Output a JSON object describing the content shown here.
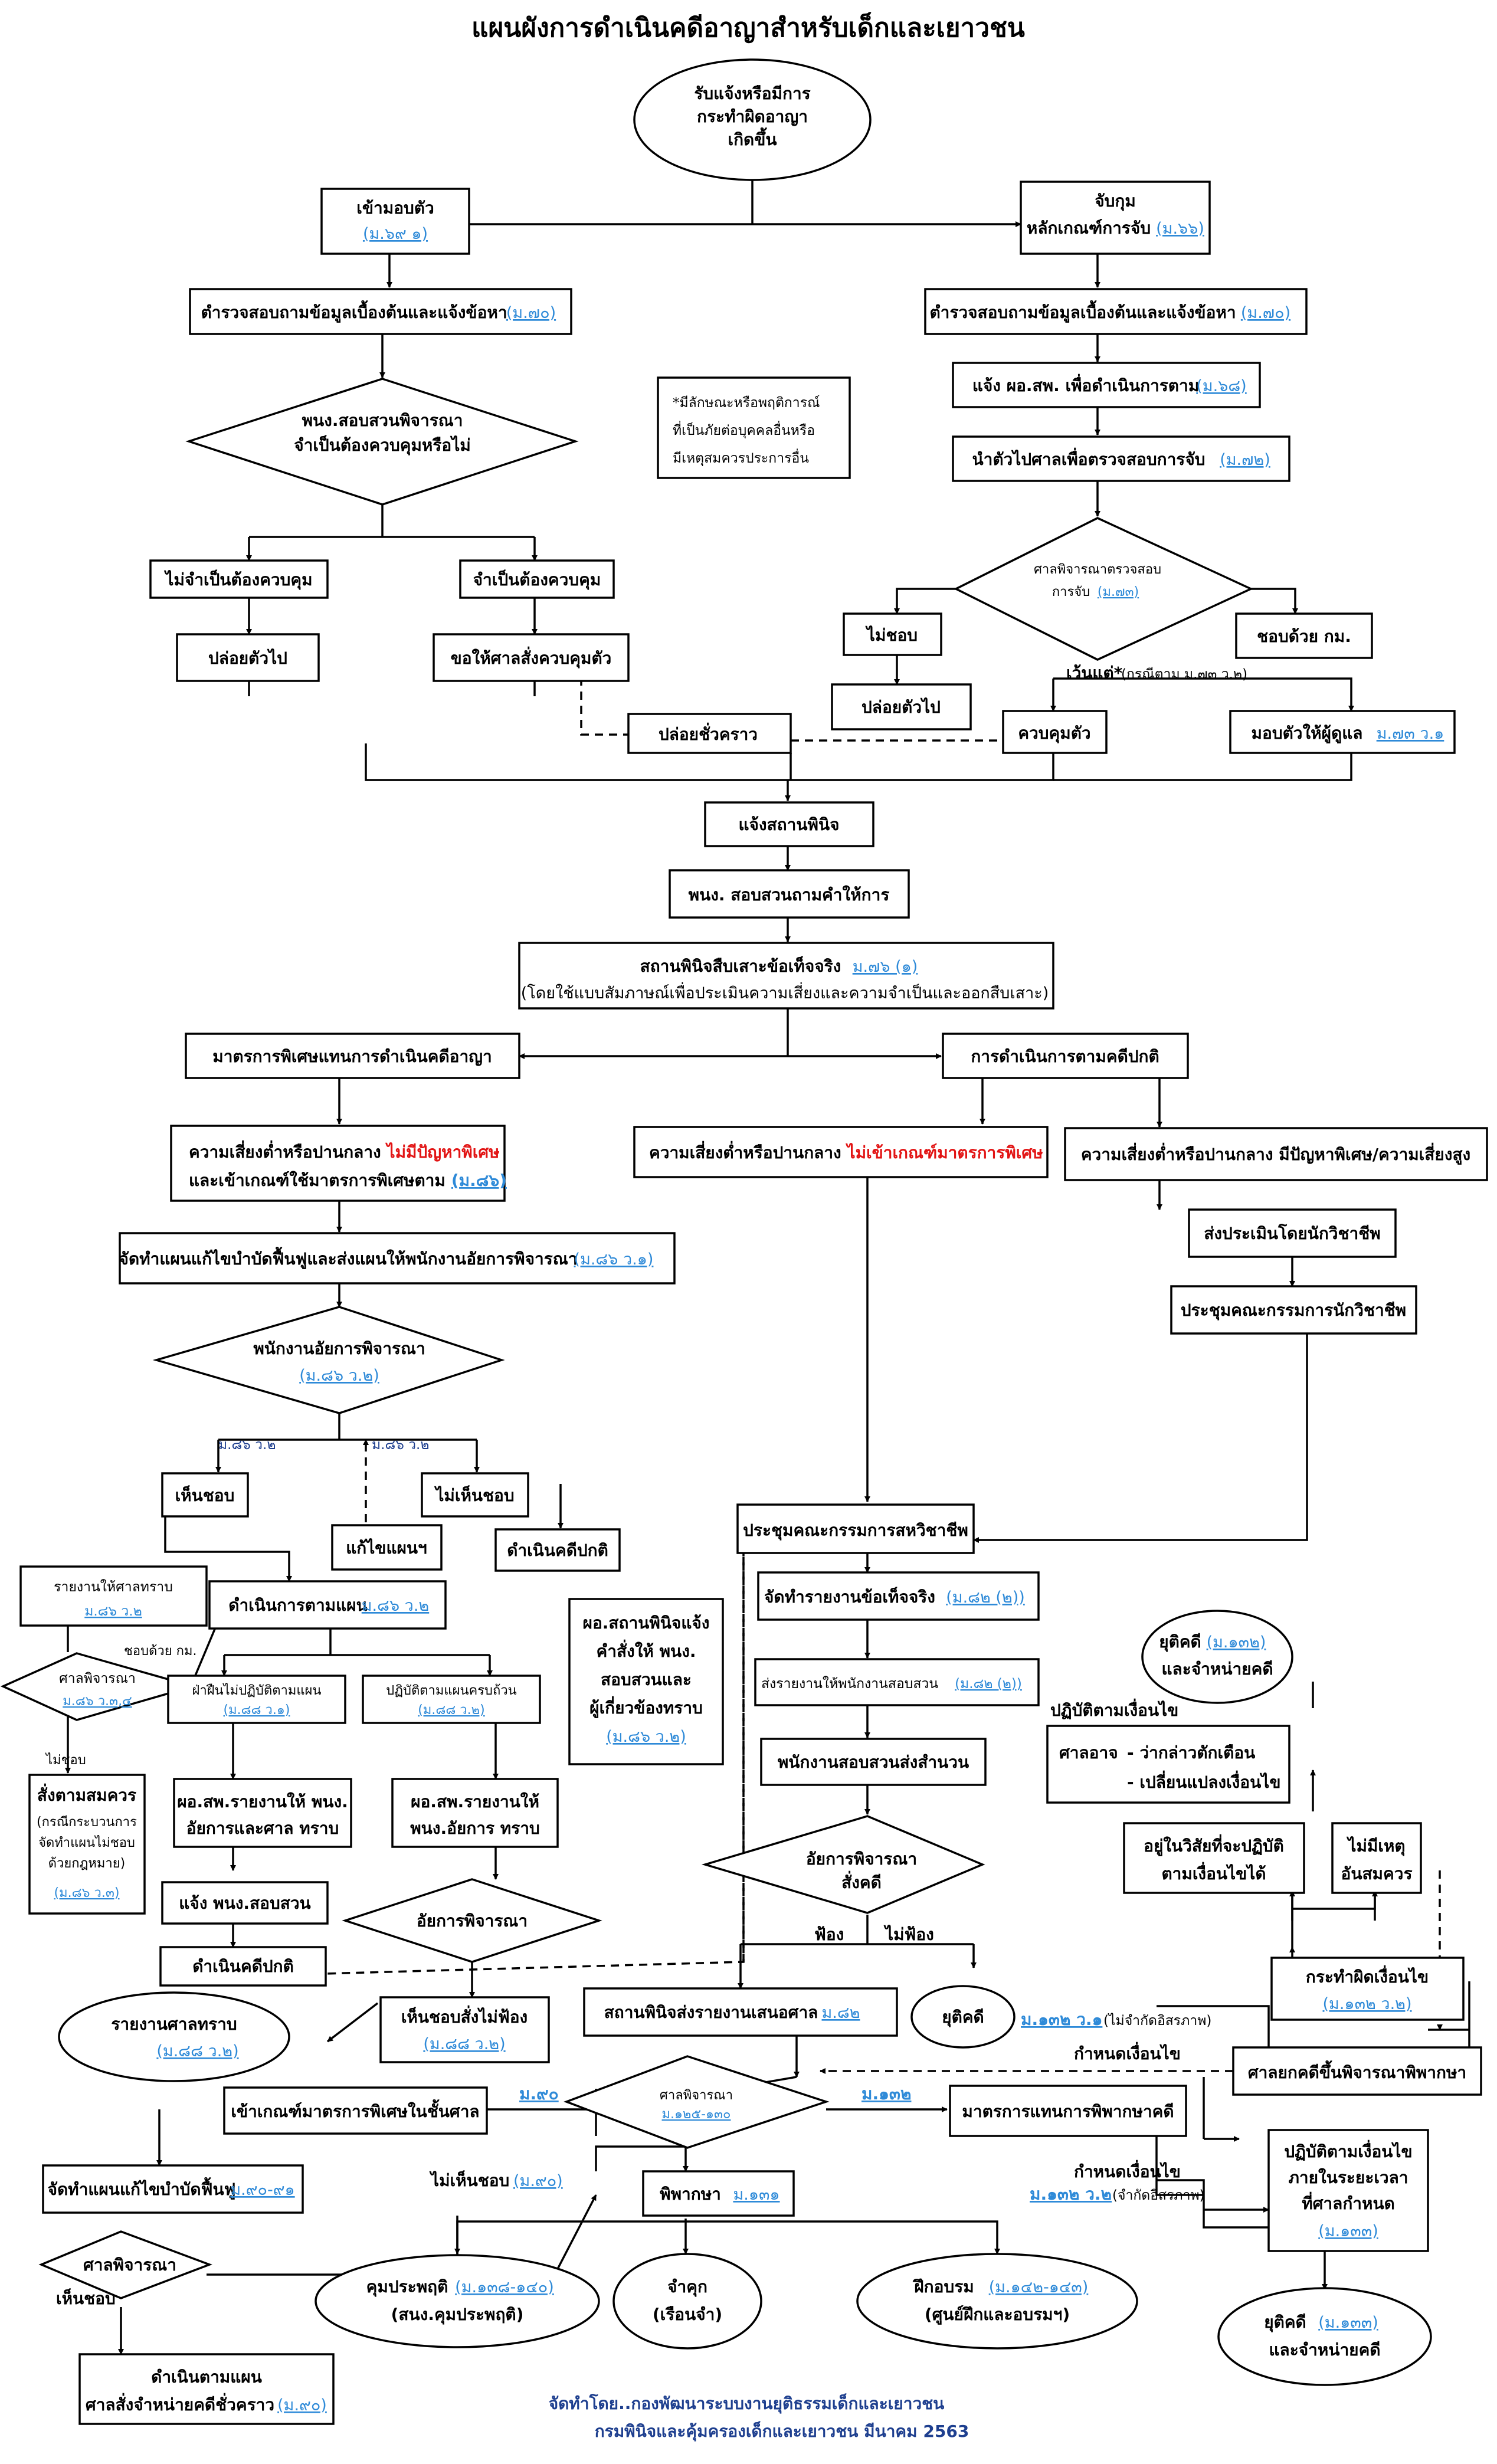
{
  "title": "แผนผังการดำเนินคดีอาญาสำหรับเด็กและเยาวชน",
  "colors": {
    "ref": "#2e8ad8",
    "warn": "#e21414",
    "footer": "#1e3f8f"
  },
  "nodes": {
    "start": [
      "รับแจ้งหรือมีการ",
      "กระทำผิดอาญา",
      "เกิดขึ้น"
    ],
    "surrender": "เข้ามอบตัว",
    "surrender_ref": "(ม.๖๙ ๑)",
    "arrest": "จับกุม",
    "arrest_rule": "หลักเกณฑ์การจับ",
    "arrest_ref": "(ม.๖๖)",
    "inquiry_l": "ตำรวจสอบถามข้อมูลเบื้องต้นและแจ้งข้อหา",
    "inquiry_l_ref": "(ม.๗๐)",
    "inquiry_r": "ตำรวจสอบถามข้อมูลเบื้องต้นและแจ้งข้อหา",
    "inquiry_r_ref": "(ม.๗๐)",
    "notify_obs": "แจ้ง ผอ.สพ. เพื่อดำเนินการตาม",
    "notify_obs_ref": "(ม.๖๘)",
    "to_court": "นำตัวไปศาลเพื่อตรวจสอบการจับ",
    "to_court_ref": "(ม.๗๒)",
    "note": [
      "*มีลักษณะหรือพฤติการณ์",
      "ที่เป็นภัยต่อบุคคลอื่นหรือ",
      "มีเหตุสมควรประการอื่น"
    ],
    "inv_decide": [
      "พนง.สอบสวนพิจารณา",
      "จำเป็นต้องควบคุมหรือไม่"
    ],
    "court_check": "ศาลพิจารณาตรวจสอบ",
    "court_check2": "การจับ",
    "court_check_ref": "(ม.๗๓)",
    "no_detain": "ไม่จำเป็นต้องควบคุม",
    "need_detain": "จำเป็นต้องควบคุม",
    "release_l": "ปล่อยตัวไป",
    "request_detain": "ขอให้ศาลสั่งควบคุมตัว",
    "unlawful": "ไม่ชอบ",
    "release_r": "ปล่อยตัวไป",
    "lawful": "ชอบด้วย กม.",
    "except": "เว้นแต่*",
    "except_note": "(กรณีตาม ม.๗๓ ว.๒)",
    "temp_release": "ปล่อยชั่วคราว",
    "detain": "ควบคุมตัว",
    "hand_guardian": "มอบตัวให้ผู้ดูแล",
    "hand_guardian_ref": "ม.๗๓ ว.๑",
    "notify_center": "แจ้งสถานพินิจ",
    "inv_question": "พนง. สอบสวนถามคำให้การ",
    "center_fact": "สถานพินิจสืบเสาะข้อเท็จจริง",
    "center_fact_ref": "ม.๗๖ (๑)",
    "center_fact_sub": "(โดยใช้แบบสัมภาษณ์เพื่อประเมินความเสี่ยงและความจำเป็นและออกสืบเสาะ)",
    "special": "มาตรการพิเศษแทนการดำเนินคดีอาญา",
    "normal": "การดำเนินการตามคดีปกติ",
    "low_risk_special": "ความเสี่ยงต่ำหรือปานกลาง ",
    "low_risk_special_red": "ไม่มีปัญหาพิเศษ",
    "low_risk_special2": "และเข้าเกณฑ์ใช้มาตรการพิเศษตาม",
    "low_risk_special_ref": "(ม.๘๖)",
    "low_risk_normal": "ความเสี่ยงต่ำหรือปานกลาง ",
    "low_risk_normal_red": "ไม่เข้าเกณฑ์มาตรการพิเศษ",
    "high_risk": "ความเสี่ยงต่ำหรือปานกลาง มีปัญหาพิเศษ/ความเสี่ยงสูง",
    "plan": "จัดทำแผนแก้ไขบำบัดฟื้นฟูและส่งแผนให้พนักงานอัยการพิจารณา",
    "plan_ref": "(ม.๘๖ ว.๑)",
    "expert_eval": "ส่งประเมินโดยนักวิชาชีพ",
    "expert_meet": "ประชุมคณะกรรมการนักวิชาชีพ",
    "prosecutor_decide": "พนักงานอัยการพิจารณา",
    "prosecutor_decide_ref": "(ม.๘๖ ว.๒)",
    "m86_a": "ม.๘๖ ว.๒",
    "m86_b": "ม.๘๖ ว.๒",
    "agree": "เห็นชอบ",
    "disagree": "ไม่เห็นชอบ",
    "fix_plan": "แก้ไขแผนฯ",
    "normal_case": "ดำเนินคดีปกติ",
    "multi_meet": "ประชุมคณะกรรมการสหวิชาชีพ",
    "report_court": "รายงานให้ศาลทราบ",
    "report_court_ref": "ม.๘๖ ว.๒",
    "follow_plan": "ดำเนินการตามแผน",
    "follow_plan_ref": "ม.๘๖ ว.๒",
    "court_consider": "ศาลพิจารณา",
    "court_consider_ref": "ม.๘๖ ว.๓,๔",
    "lawful2": "ชอบด้วย กม.",
    "unlawful2": "ไม่ชอบ",
    "notify_parties": [
      "ผอ.สถานพินิจแจ้ง",
      "คำสั่งให้ พนง.",
      "สอบสวนและ",
      "ผู้เกี่ยวข้องทราบ"
    ],
    "notify_parties_ref": "(ม.๘๖ ว.๒)",
    "fact_report": "จัดทำรายงานข้อเท็จจริง",
    "fact_report_ref": "(ม.๘๒ (๒))",
    "send_report": "ส่งรายงานให้พนักงานสอบสวน",
    "send_report_ref": "(ม.๘๒ (๒))",
    "inv_send": "พนักงานสอบสวนส่งสำนวน",
    "order_case": [
      "สั่งตามสมควร",
      "(กรณีกระบวนการ",
      "จัดทำแผนไม่ชอบ",
      "ด้วยกฎหมาย)"
    ],
    "order_case_ref": "(ม.๘๖ ว.๓)",
    "violate": "ฝ่าฝืนไม่ปฏิบัติตามแผน",
    "violate_ref": "(ม.๘๘ ว.๑)",
    "comply": "ปฏิบัติตามแผนครบถ้วน",
    "comply_ref": "(ม.๘๘ ว.๒)",
    "report_viol": [
      "ผอ.สพ.รายงานให้ พนง.",
      "อัยการและศาล ทราบ"
    ],
    "report_comp": [
      "ผอ.สพ.รายงานให้",
      "พนง.อัยการ ทราบ"
    ],
    "notify_inv": "แจ้ง พนง.สอบสวน",
    "prosecutor_decide2": "อัยการพิจารณา",
    "normal_case2": "ดำเนินคดีปกติ",
    "report_court2": "รายงานศาลทราบ",
    "report_court2_ref": "(ม.๘๘ ว.๒)",
    "agree_no_sue": "เห็นชอบสั่งไม่ฟ้อง",
    "agree_no_sue_ref": "(ม.๘๘ ว.๒)",
    "pros_order": [
      "อัยการพิจารณา",
      "สั่งคดี"
    ],
    "sue": "ฟ้อง",
    "no_sue": "ไม่ฟ้อง",
    "end_case": "ยุติคดี",
    "center_report": "สถานพินิจส่งรายงานเสนอศาล",
    "center_report_ref": "ม.๘๒",
    "end1": "ยุติคดี",
    "end1_ref": "(ม.๑๓๒)",
    "end1_b": "และจำหน่ายคดี",
    "comply_cond": "ปฏิบัติตามเงื่อนไข",
    "court_may": "ศาลอาจ",
    "court_may1": "- ว่ากล่าวตักเตือน",
    "court_may2": "- เปลี่ยนแปลงเงื่อนไข",
    "in_period": [
      "อยู่ในวิสัยที่จะปฏิบัติ",
      "ตามเงื่อนไขได้"
    ],
    "no_reason": [
      "ไม่มีเหตุ",
      "อันสมควร"
    ],
    "breach": "กระทำผิดเงื่อนไข",
    "breach_ref": "(ม.๑๓๒ ว.๒)",
    "m132_1": "ม.๑๓๒ ว.๑",
    "m132_1_note": "(ไม่จำกัดอิสรภาพ)",
    "set_cond": "กำหนดเงื่อนไข",
    "revive": "ศาลยกคดีขึ้นพิจารณาพิพากษา",
    "pre_court_special": "เข้าเกณฑ์มาตรการพิเศษในชั้นศาล",
    "m90": "ม.๙๐",
    "court_trial": "ศาลพิจารณา",
    "court_trial_ref": "ม.๑๒๕-๑๓๐",
    "m132": "ม.๑๓๒",
    "alt_measure": "มาตรการแทนการพิพากษาคดี",
    "plan2": "จัดทำแผนแก้ไขบำบัดฟื้นฟู",
    "plan2_ref": "ม.๙๐-๙๑",
    "disagree2": "ไม่เห็นชอบ",
    "disagree2_ref": "(ม.๙๐)",
    "judge": "พิพากษา",
    "judge_ref": "ม.๑๓๑",
    "set_cond2": "กำหนดเงื่อนไข",
    "m132_2": "ม.๑๓๒ ว.๒",
    "m132_2_note": "(จำกัดอิสรภาพ)",
    "comply_period": [
      "ปฏิบัติตามเงื่อนไข",
      "ภายในระยะเวลา",
      "ที่ศาลกำหนด"
    ],
    "comply_period_ref": "(ม.๑๓๓)",
    "court_consider2": "ศาลพิจารณา",
    "agree2": "เห็นชอบ",
    "probation": "คุมประพฤติ",
    "probation_ref": "(ม.๑๓๘-๑๔๐)",
    "probation_sub": "(สนง.คุมประพฤติ)",
    "prison": "จำคุก",
    "prison_sub": "(เรือนจำ)",
    "training": "ฝึกอบรม",
    "training_ref": "(ม.๑๔๒-๑๔๓)",
    "training_sub": "(ศูนย์ฝึกและอบรมฯ)",
    "end2": "ยุติคดี",
    "end2_ref": "(ม.๑๓๓)",
    "end2_b": "และจำหน่ายคดี",
    "follow_plan2": "ดำเนินตามแผน",
    "follow_plan2_b": "ศาลสั่งจำหน่ายคดีชั่วคราว",
    "follow_plan2_ref": "(ม.๙๐)"
  },
  "footer": [
    "จัดทำโดย..กองพัฒนาระบบงานยุติธรรมเด็กและเยาวชน",
    "กรมพินิจและคุ้มครองเด็กและเยาวชน มีนาคม 2563"
  ]
}
